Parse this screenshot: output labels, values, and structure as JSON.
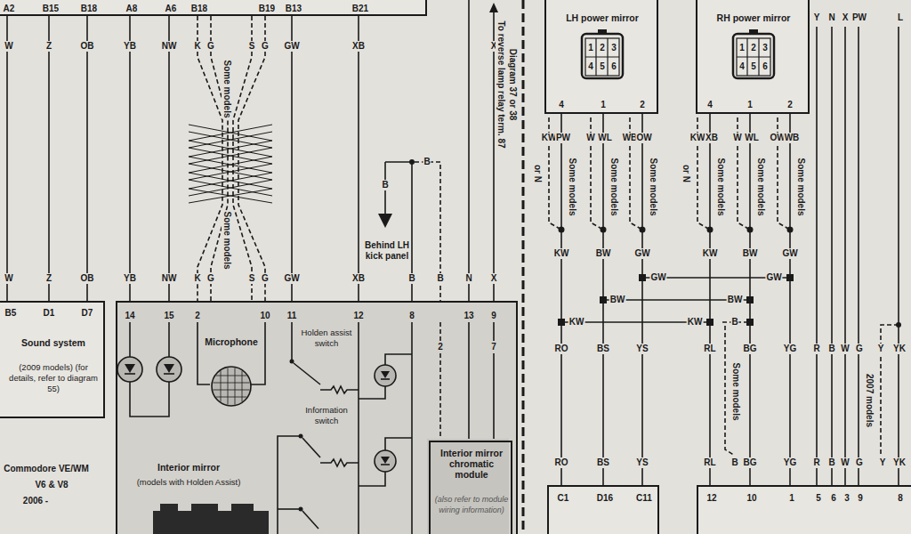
{
  "diagram": {
    "nodes": [
      {
        "text": [
          "A2",
          "B15",
          "B18",
          "A8",
          "A6",
          "B18",
          "B19",
          "B13",
          "B21"
        ]
      },
      {
        "text": [
          "Sound system",
          "(2009 models) (for details, refer to diagram 55)"
        ]
      },
      {
        "text": [
          "Interior mirror",
          "(models with Holden Assist)"
        ]
      },
      {
        "text": [
          "Microphone"
        ],
        "in": 2
      },
      {
        "text": [
          "Interior mirror chromatic module",
          "(also refer to module wiring information)"
        ],
        "in": 2
      },
      {
        "text": [
          "LH power mirror"
        ]
      },
      {
        "text": [
          "RH power mirror"
        ]
      },
      {
        "text": [
          "C1",
          "D16",
          "C11"
        ]
      },
      {
        "text": [
          "12",
          "10",
          "1",
          "5",
          "6",
          "3",
          "9",
          "8"
        ]
      }
    ],
    "edges": [
      {
        "from": 0,
        "to": 1,
        "arrow": "none"
      },
      {
        "from": 0,
        "to": 1,
        "arrow": "none"
      },
      {
        "from": 0,
        "to": 1,
        "arrow": "none"
      },
      {
        "from": 0,
        "to": 2,
        "arrow": "none"
      },
      {
        "from": 0,
        "to": 2,
        "arrow": "none"
      },
      {
        "from": 0,
        "to": 2,
        "arrow": "none"
      },
      {
        "from": 0,
        "to": 2,
        "arrow": "none"
      },
      {
        "from": 0,
        "to": 2,
        "arrow": "none"
      },
      {
        "from": 0,
        "to": 2,
        "arrow": "none"
      },
      {
        "from": 0,
        "to": 2,
        "arrow": "none"
      },
      {
        "from": 0,
        "to": 2,
        "arrow": "none"
      },
      {
        "from": 5,
        "to": 7,
        "arrow": "none"
      },
      {
        "from": 5,
        "to": 7,
        "arrow": "none"
      },
      {
        "from": 5,
        "to": 7,
        "arrow": "none"
      },
      {
        "from": 6,
        "to": 8,
        "arrow": "none"
      },
      {
        "from": 6,
        "to": 8,
        "arrow": "none"
      },
      {
        "from": 6,
        "to": 8,
        "arrow": "none"
      }
    ],
    "labels": [
      "W",
      "Z",
      "OB",
      "YB",
      "NW",
      "K",
      "G",
      "S",
      "G",
      "GW",
      "XB",
      "X",
      "W",
      "Z",
      "OB",
      "YB",
      "NW",
      "K",
      "G",
      "S",
      "G",
      "GW",
      "XB",
      "B",
      "B",
      "N",
      "X",
      "14",
      "15",
      "2",
      "10",
      "11",
      "12",
      "8",
      "13",
      "9",
      "2",
      "7",
      "Some models",
      "Some models",
      "To reverse lamp relay term. 87",
      "Diagram 37 or 38",
      "B",
      "B",
      "Behind LH kick panel",
      "Commodore VE/WM",
      "V6 & V8",
      "2006 -",
      "Holden assist switch",
      "Information switch",
      "4",
      "1",
      "2",
      "1",
      "2",
      "3",
      "4",
      "5",
      "6",
      "4",
      "1",
      "2",
      "1",
      "2",
      "3",
      "4",
      "5",
      "6",
      "KW",
      "PW",
      "W",
      "WL",
      "WB",
      "OW",
      "or N",
      "Some models",
      "Some models",
      "Some models",
      "KW",
      "XB",
      "W",
      "WL",
      "OW",
      "WB",
      "or N",
      "Some models",
      "Some models",
      "Some models",
      "KW",
      "BW",
      "GW",
      "KW",
      "BW",
      "GW",
      "GW",
      "GW",
      "BW",
      "BW",
      "KW",
      "KW",
      "B",
      "RO",
      "BS",
      "YS",
      "RL",
      "BG",
      "YG",
      "Some models",
      "RO",
      "BS",
      "YS",
      "RL",
      "B",
      "BG",
      "YG",
      "Y",
      "N",
      "X",
      "PW",
      "L",
      "R",
      "B",
      "W",
      "G",
      "Y",
      "YK",
      "2007 models",
      "R",
      "B",
      "W",
      "G",
      "Y",
      "YK",
      "B5",
      "D1",
      "D7"
    ]
  }
}
